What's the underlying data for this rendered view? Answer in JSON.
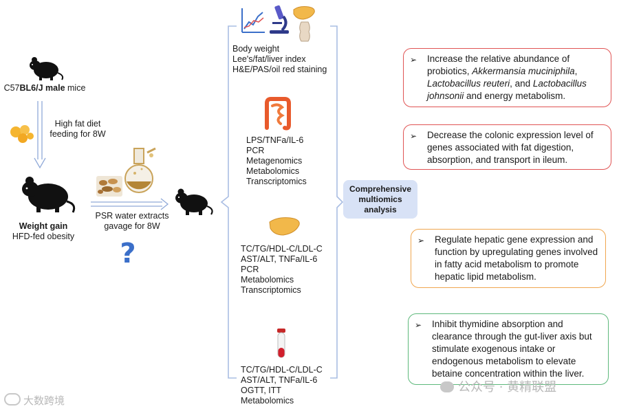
{
  "left": {
    "mouse1_label_a": "C57",
    "mouse1_label_b": "BL6/J male",
    "mouse1_label_c": " mice",
    "hfd_line1": "High fat diet",
    "hfd_line2": "feeding for 8W",
    "weight_gain": "Weight gain",
    "hfd_obesity": "HFD-fed obesity",
    "psr_line1": "PSR water extracts",
    "psr_line2": "gavage for 8W",
    "question": "?"
  },
  "center": {
    "group1": [
      "Body weight",
      "Lee's/fat/liver index",
      "H&E/PAS/oil red staining"
    ],
    "group2": [
      "LPS/TNFa/IL-6",
      "PCR",
      "Metagenomics",
      "Metabolomics",
      "Transcriptomics"
    ],
    "group3": [
      "TC/TG/HDL-C/LDL-C",
      "AST/ALT, TNFa/IL-6",
      "PCR",
      "Metabolomics",
      "Transcriptomics"
    ],
    "group4": [
      "TC/TG/HDL-C/LDL-C",
      "AST/ALT, TNFa/IL-6",
      "OGTT, ITT",
      "Metabolomics"
    ]
  },
  "analysis": {
    "line1": "Comprehensive",
    "line2": "multiomics",
    "line3": "analysis"
  },
  "findings": {
    "f1": {
      "p1": "Increase the relative abundance of probiotics, ",
      "i1": "Akkermansia muciniphila",
      "p2": ", ",
      "i2": "Lactobacillus reuteri",
      "p3": ", and ",
      "i3": "Lactobacillus johnsonii",
      "p4": " and energy metabolism.",
      "color": "#e05353"
    },
    "f2": {
      "text": "Decrease the colonic expression level of genes associated with fat digestion, absorption, and transport in ileum.",
      "color": "#e05353"
    },
    "f3": {
      "text": "Regulate hepatic gene expression and function by upregulating genes involved in fatty acid metabolism to promote hepatic lipid metabolism.",
      "color": "#f0a64e"
    },
    "f4": {
      "text": "Inhibit thymidine absorption and clearance through the gut-liver axis but stimulate exogenous intake or endogenous metabolism to elevate betaine concentration within the liver.",
      "color": "#5cb87a"
    },
    "bullet": "➢"
  },
  "watermarks": {
    "left": "大数跨境",
    "right": "公众号 · 黄精联盟"
  },
  "colors": {
    "arrow_blue": "#8fa9d8",
    "bracket_blue": "#a9bde3",
    "analysis_bg": "#d8e2f6"
  },
  "icons": [
    "mouse-icon",
    "fat-droplets-icon",
    "herb-icon",
    "flask-icon",
    "question-icon",
    "chart-icon",
    "microscope-icon",
    "liver-icon",
    "joint-icon",
    "intestine-icon",
    "blood-tube-icon"
  ]
}
